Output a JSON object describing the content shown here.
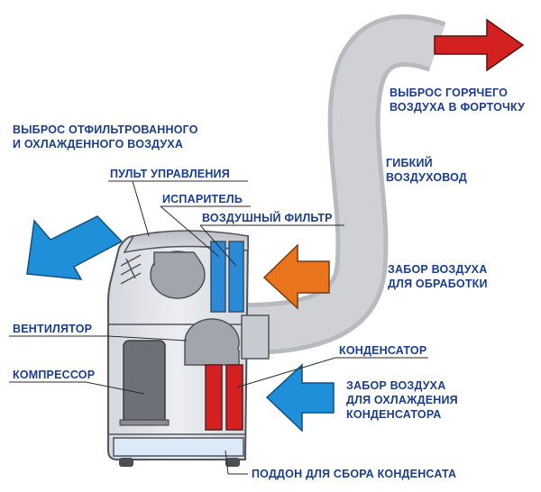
{
  "labels": {
    "hot_exhaust": [
      "ВЫБРОС ГОРЯЧЕГО",
      "ВОЗДУХА В ФОРТОЧКУ"
    ],
    "filtered_exhaust": [
      "ВЫБРОС ОТФИЛЬТРОВАННОГО",
      "И ОХЛАЖДЕННОГО ВОЗДУХА"
    ],
    "control_panel": "ПУЛЬТ УПРАВЛЕНИЯ",
    "evaporator": "ИСПАРИТЕЛЬ",
    "air_filter": "ВОЗДУШНЫЙ ФИЛЬТР",
    "flexible_duct": [
      "ГИБКИЙ",
      "ВОЗДУХОВОД"
    ],
    "intake_processing": [
      "ЗАБОР ВОЗДУХА",
      "ДЛЯ ОБРАБОТКИ"
    ],
    "fan": "ВЕНТИЛЯТОР",
    "compressor": "КОМПРЕССОР",
    "condenser": "КОНДЕНСАТОР",
    "intake_condenser": [
      "ЗАБОР ВОЗДУХА",
      "ДЛЯ ОХЛАЖДЕНИЯ",
      "КОНДЕНСАТОРА"
    ],
    "condensate_tray": "ПОДДОН ДЛЯ СБОРА КОНДЕНСАТА"
  },
  "colors": {
    "label_text": "#1a3d8f",
    "hot_arrow": "#d42020",
    "cool_arrow": "#1e8fd8",
    "intake_arrow": "#e8741c",
    "duct": "#c4c6cb",
    "body": "#e2e4e8",
    "evaporator": "#2a8ad8",
    "condenser": "#d42020"
  }
}
